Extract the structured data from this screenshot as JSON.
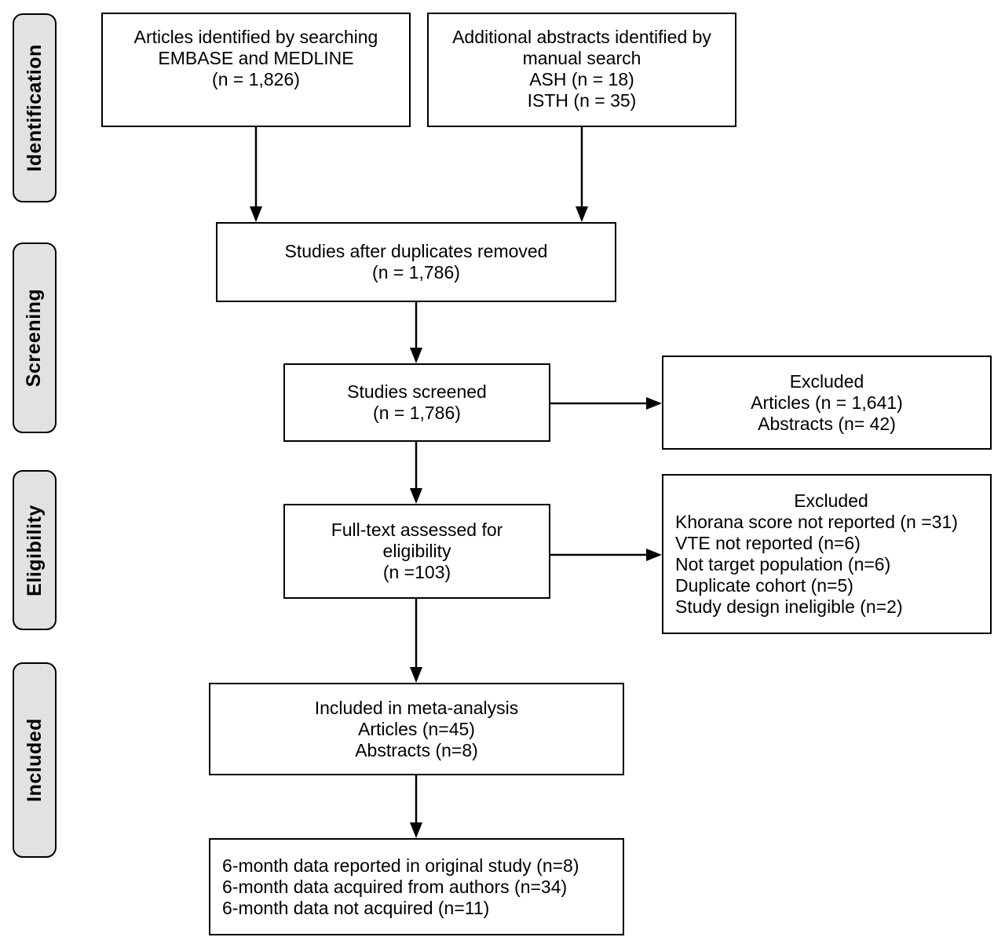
{
  "figure": {
    "stages": [
      {
        "label": "Identification"
      },
      {
        "label": "Screening"
      },
      {
        "label": "Eligibility"
      },
      {
        "label": "Included"
      }
    ],
    "boxes": {
      "search": {
        "lines": [
          "Articles identified by searching",
          "EMBASE and MEDLINE",
          "(n = 1,826)"
        ]
      },
      "manual": {
        "lines": [
          "Additional abstracts identified by",
          "manual search",
          "ASH (n = 18)",
          "ISTH (n = 35)"
        ]
      },
      "dedup": {
        "lines": [
          "Studies after duplicates removed",
          "(n = 1,786)"
        ]
      },
      "screened": {
        "lines": [
          "Studies screened",
          "(n = 1,786)"
        ]
      },
      "excluded_screening": {
        "lines": [
          "Excluded",
          "Articles (n = 1,641)",
          "Abstracts (n= 42)"
        ]
      },
      "fulltext": {
        "lines": [
          "Full-text assessed for",
          "eligibility",
          "(n =103)"
        ]
      },
      "excluded_eligibility": {
        "lines": [
          "Excluded",
          "Khorana score not reported (n =31)",
          "VTE not reported (n=6)",
          "Not target population (n=6)",
          "Duplicate cohort (n=5)",
          "Study design ineligible (n=2)"
        ]
      },
      "included_meta": {
        "lines": [
          "Included in meta-analysis",
          "Articles (n=45)",
          "Abstracts (n=8)"
        ]
      },
      "six_month": {
        "lines": [
          "6-month data reported in original study (n=8)",
          "6-month data acquired from authors (n=34)",
          "6-month data not acquired (n=11)"
        ]
      }
    },
    "colors": {
      "background": "#ffffff",
      "text": "#000000",
      "border": "#000000",
      "stage_fill": "#e2e2e2"
    }
  }
}
